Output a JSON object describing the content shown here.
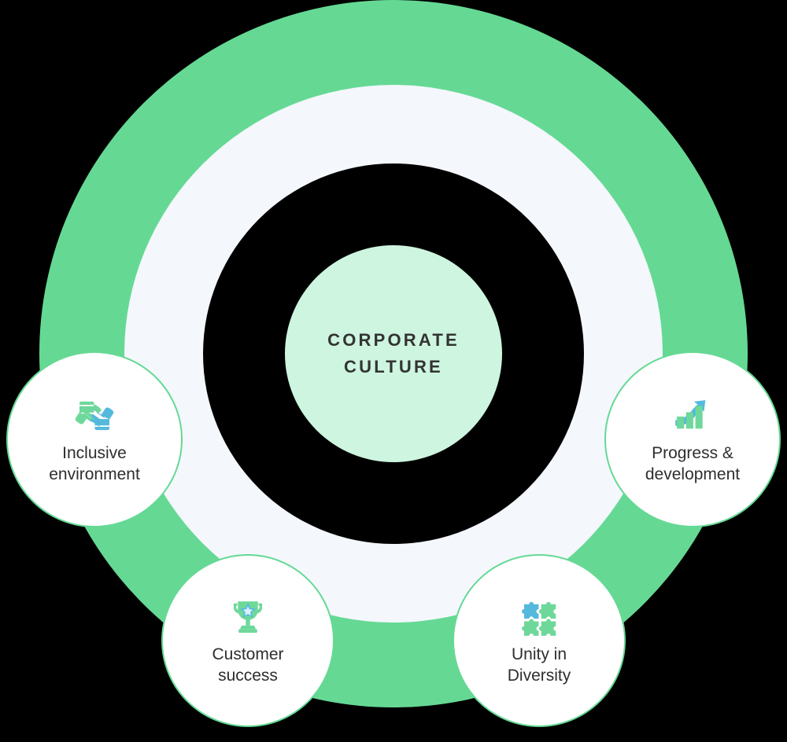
{
  "diagram": {
    "type": "concentric-ring-hub-and-spoke",
    "center": {
      "label": "CORPORATE\nCULTURE",
      "fill_color": "#CDF5DF",
      "text_color": "#333333"
    },
    "rings": [
      {
        "name": "outer-ring",
        "color": "#65D994"
      },
      {
        "name": "middle-ring",
        "color": "#F4F7FC"
      },
      {
        "name": "inner-gap",
        "color": "#000000"
      }
    ],
    "nodes": [
      {
        "id": "inclusive",
        "label": "Inclusive\nenvironment",
        "icon": "handshake-hands-icon",
        "icon_colors": {
          "primary": "#6ED89A",
          "secondary": "#55B9DD"
        },
        "position": "left"
      },
      {
        "id": "progress",
        "label": "Progress &\ndevelopment",
        "icon": "growth-bar-chart-arrow-icon",
        "icon_colors": {
          "primary": "#6ED89A",
          "secondary": "#55B9DD"
        },
        "position": "right"
      },
      {
        "id": "customer",
        "label": "Customer\nsuccess",
        "icon": "trophy-star-icon",
        "icon_colors": {
          "primary": "#6ED89A",
          "secondary": "#55B9DD"
        },
        "position": "bottom-left"
      },
      {
        "id": "unity",
        "label": "Unity in\nDiversity",
        "icon": "puzzle-pieces-icon",
        "icon_colors": {
          "primary": "#6ED89A",
          "secondary": "#55B9DD"
        },
        "position": "bottom-right"
      }
    ],
    "palette": {
      "green": "#65D994",
      "mint": "#CDF5DF",
      "off_white": "#F4F7FC",
      "white": "#FFFFFF",
      "blue": "#55B9DD",
      "text_dark": "#2E2E2E",
      "background": "#000000"
    }
  }
}
